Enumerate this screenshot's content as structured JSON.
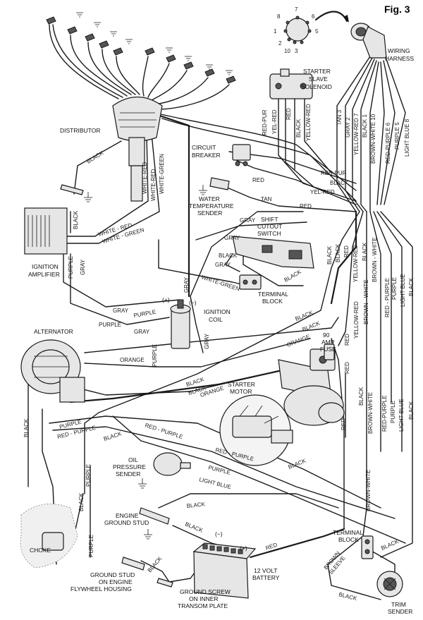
{
  "figure_label": "Fig. 3",
  "components": {
    "distributor": "DISTRIBUTOR",
    "ignition_amplifier_1": "IGNITION",
    "ignition_amplifier_2": "AMPLIFIER",
    "alternator": "ALTERNATOR",
    "ignition_coil_1": "IGNITION",
    "ignition_coil_2": "COIL",
    "coil_plus": "(+)",
    "coil_minus": "(−)",
    "circuit_breaker_1": "CIRCUIT",
    "circuit_breaker_2": "BREAKER",
    "water_temp_1": "WATER",
    "water_temp_2": "TEMPERATURE",
    "water_temp_3": "SENDER",
    "shift_cutout_1": "SHIFT",
    "shift_cutout_2": "CUTOUT",
    "shift_cutout_3": "SWITCH",
    "terminal_block_1_1": "TERMINAL",
    "terminal_block_1_2": "BLOCK",
    "starter_slave_1": "STARTER",
    "starter_slave_2": "SLAVE",
    "starter_slave_3": "SOLENOID",
    "wiring_harness_1": "WIRING",
    "wiring_harness_2": "HARNESS",
    "fuse_1": "90",
    "fuse_2": "AMP",
    "fuse_3": "FUSE",
    "starter_motor_1": "STARTER",
    "starter_motor_2": "MOTOR",
    "oil_pressure_1": "OIL",
    "oil_pressure_2": "PRESSURE",
    "oil_pressure_3": "SENDER",
    "engine_ground_1": "ENGINE",
    "engine_ground_2": "GROUND STUD",
    "choke": "CHOKE",
    "ground_stud_flywheel_1": "GROUND STUD",
    "ground_stud_flywheel_2": "ON ENGINE",
    "ground_stud_flywheel_3": "FLYWHEEL HOUSING",
    "ground_screw_1": "GROUND SCREW",
    "ground_screw_2": "ON INNER",
    "ground_screw_3": "TRANSOM PLATE",
    "battery_1": "12 VOLT",
    "battery_2": "BATTERY",
    "battery_plus": "(+)",
    "battery_minus": "(−)",
    "terminal_block_2_1": "TERMINAL",
    "terminal_block_2_2": "BLOCK",
    "brown_sleeve_1": "BROWN",
    "brown_sleeve_2": "SLEEVE",
    "trim_sender_1": "TRIM",
    "trim_sender_2": "SENDER"
  },
  "connector_pins": [
    "7",
    "8",
    "6",
    "1",
    "5",
    "2",
    "10",
    "3"
  ],
  "harness_wire_labels": [
    "TAN 3",
    "GRAY 2",
    "YELLOW-RED 7",
    "BLACK 1",
    "BROWN-WHITE 10",
    "RED-PURPLE 6",
    "PURPLE 5",
    "LIGHT BLUE 8"
  ],
  "wire_labels": {
    "red_pur": "RED-PUR",
    "yel_red": "YEL-RED",
    "red": "RED",
    "black": "BLACK",
    "yellow_red": "YELLOW-RED",
    "white_red": "WHITE-RED",
    "white_green": "WHITE-GREEN",
    "white_dash_red": "WHITE - RED",
    "white_dash_green": "WHITE - GREEN",
    "gray": "GRAY",
    "tan": "TAN",
    "purple": "PURPLE",
    "orange": "ORANGE",
    "red_purple": "RED-PURPLE",
    "red_dash_purple": "RED - PURPLE",
    "light_blue": "LIGHT BLUE",
    "brown_white": "BROWN-WHITE",
    "brown_dash_white": "BROWN - WHITE"
  }
}
